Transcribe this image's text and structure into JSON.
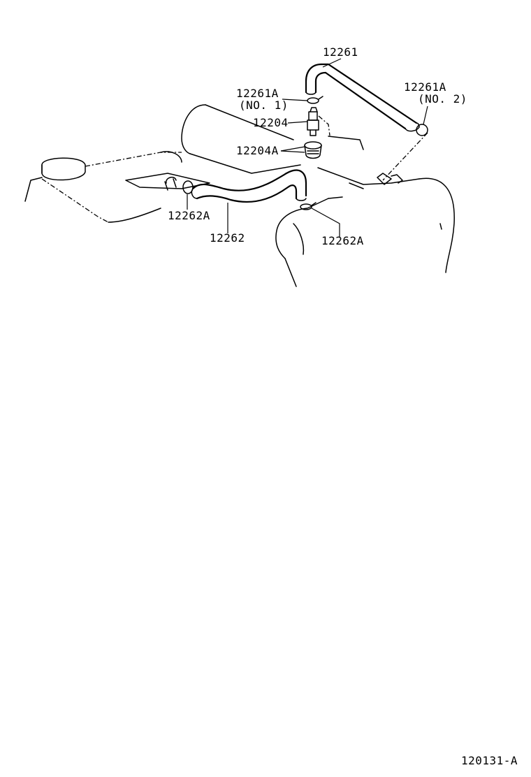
{
  "labels": {
    "hose_12261": "12261",
    "clamp_12261A_no1": "12261A",
    "clamp_12261A_no1_note": "(NO. 1)",
    "clamp_12261A_no2": "12261A",
    "clamp_12261A_no2_note": "(NO. 2)",
    "valve_12204": "12204",
    "grommet_12204A": "12204A",
    "clamp_12262A_left": "12262A",
    "hose_12262": "12262",
    "clamp_12262A_right": "12262A"
  },
  "figure_code": "120131-A"
}
